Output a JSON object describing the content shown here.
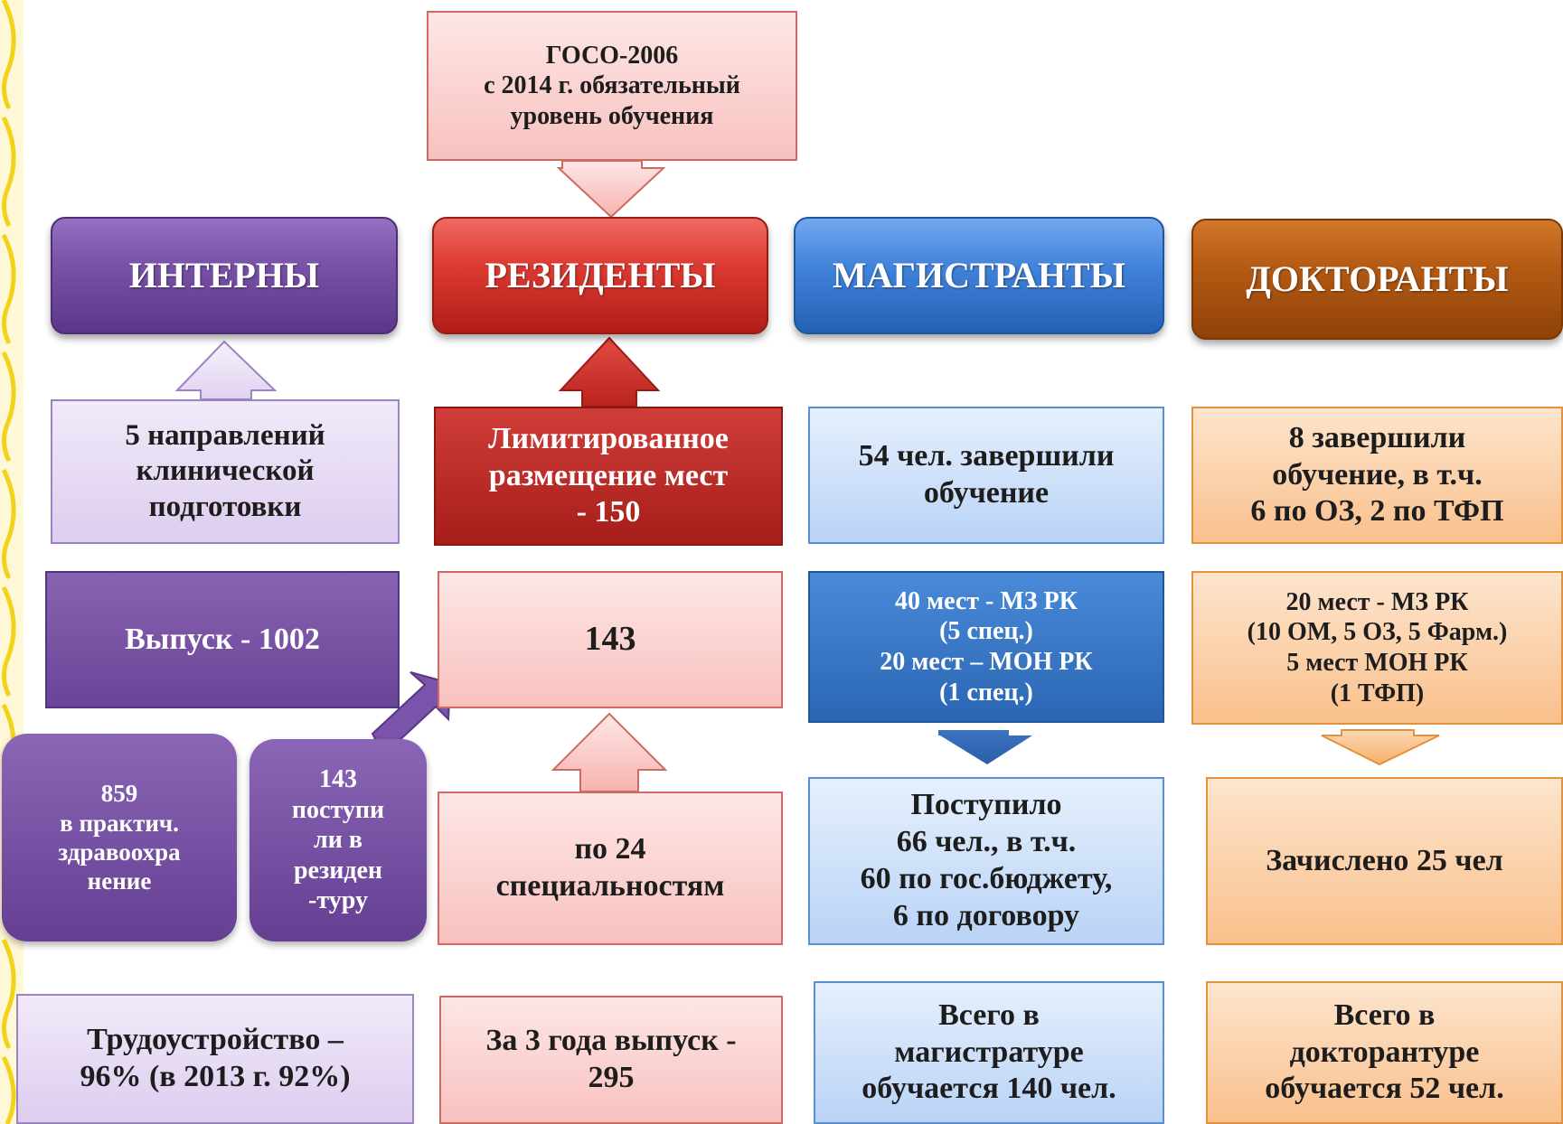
{
  "colors": {
    "interns": "#7a52a8",
    "residents": "#dd3b33",
    "masters": "#4384dc",
    "doctorates": "#b45a13",
    "ornament": "#f2d21a"
  },
  "top_box": "ГОСО-2006\nс 2014 г. обязательный\nуровень обучения",
  "columns": {
    "interns": {
      "header": "ИНТЕРНЫ",
      "directions": "5  направлений\nклинической\nподготовки",
      "graduates": "Выпуск - 1002",
      "practice": "859\nв практич.\nздравоохра\nнение",
      "to_residency": "143\nпоступи\nли в\nрезиден\n-туру",
      "employment": "Трудоустройство  –\n96%  (в 2013 г.  92%)"
    },
    "residents": {
      "header": "РЕЗИДЕНТЫ",
      "limited": "Лимитированное\nразмещение мест\n- 150",
      "count": "143",
      "specialties": "по 24\nспециальностям",
      "three_years": "За 3 года выпуск -\n295"
    },
    "masters": {
      "header": "МАГИСТРАНТЫ",
      "completed": "54 чел. завершили\nобучение",
      "places": "40 мест  - МЗ РК\n(5 спец.)\n20 мест – МОН РК\n(1 спец.)",
      "admitted": "Поступило\n66 чел., в т.ч.\n60 по гос.бюджету,\n6 по договору",
      "total": "Всего в\nмагистратуре\nобучается 140 чел."
    },
    "doctorates": {
      "header": "ДОКТОРАНТЫ",
      "completed": "8 завершили\nобучение, в т.ч.\n6 по ОЗ, 2 по ТФП",
      "places": "20 мест -  МЗ РК\n(10 ОМ, 5 ОЗ, 5 Фарм.)\n5 мест МОН РК\n(1 ТФП)",
      "enrolled": "Зачислено 25 чел",
      "total": "Всего в\nдокторантуре\nобучается 52 чел."
    }
  }
}
